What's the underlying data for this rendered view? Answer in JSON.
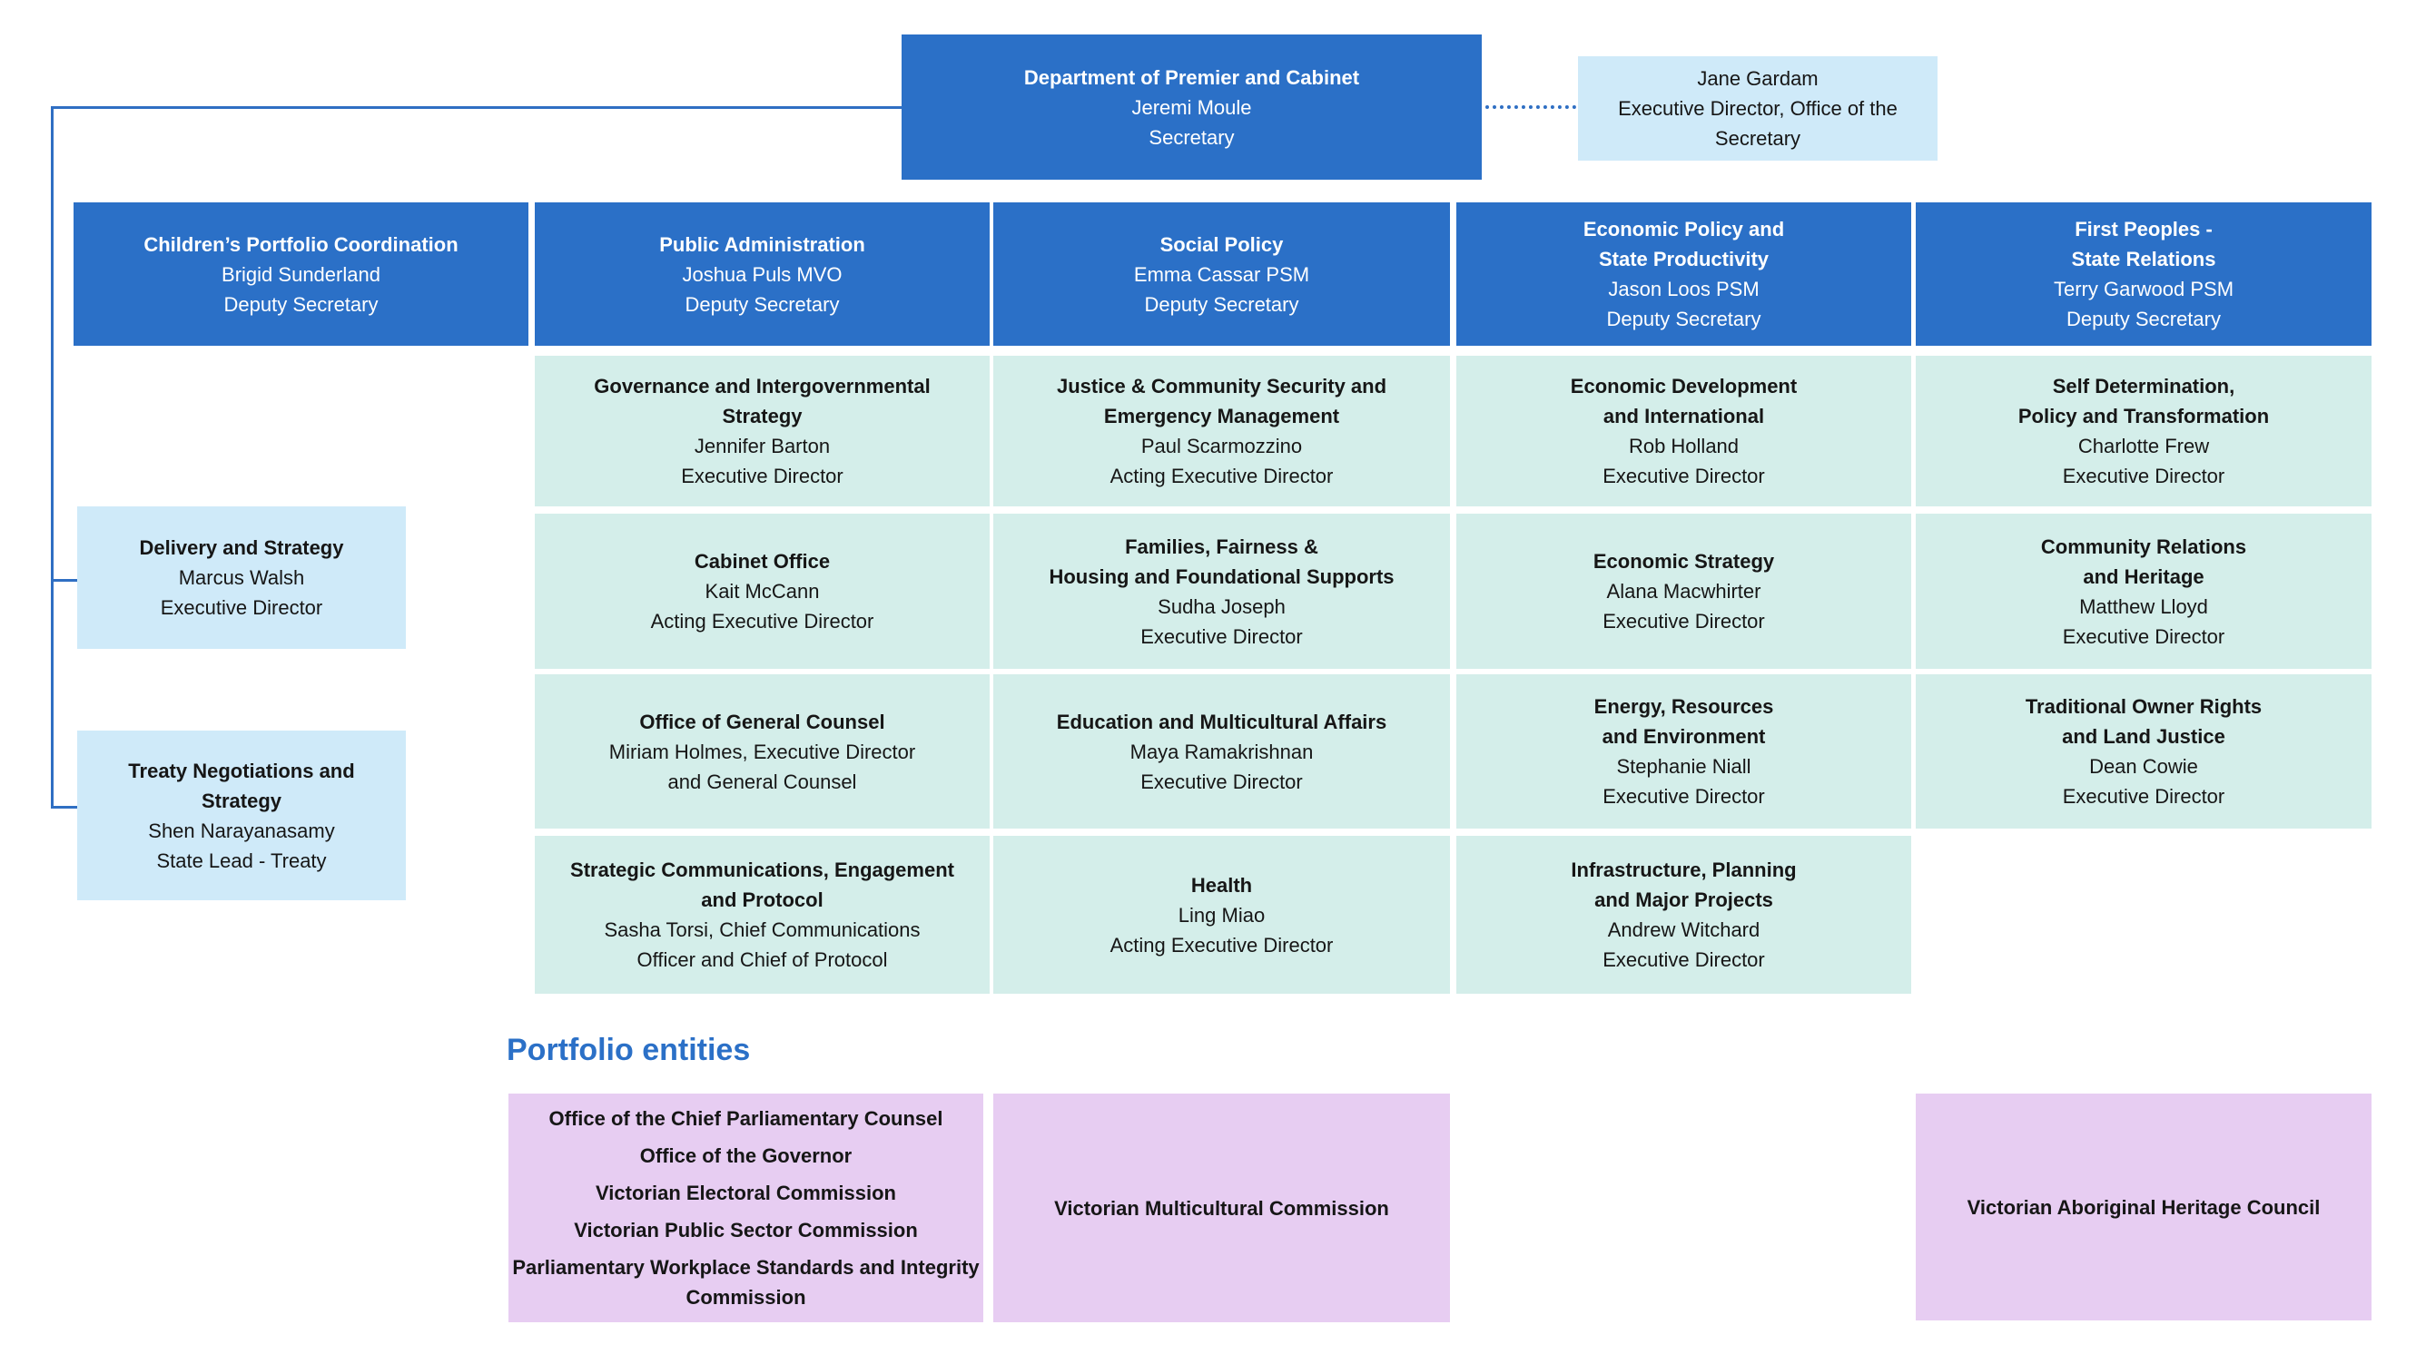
{
  "colors": {
    "header_box": "#2b70c7",
    "light_blue_box": "#cfeaf9",
    "teal_box": "#d4eeea",
    "purple_box": "#e7cdf2",
    "connector": "#2f6fc3",
    "heading_text": "#2b70c7",
    "box_text": "#161616",
    "header_text": "#ffffff"
  },
  "secretary": {
    "title_lines": [
      "Department of Premier and Cabinet"
    ],
    "detail_lines": [
      "Jeremi Moule",
      "Secretary"
    ]
  },
  "office_of_the_secretary": {
    "detail_lines": [
      "Jane Gardam",
      "Executive Director, Office of the",
      "Secretary"
    ]
  },
  "left_branch": {
    "boxes": [
      {
        "title_lines": [
          "Delivery and Strategy"
        ],
        "detail_lines": [
          "Marcus Walsh",
          "Executive Director"
        ]
      },
      {
        "title_lines": [
          "Treaty Negotiations and",
          "Strategy"
        ],
        "detail_lines": [
          "Shen Narayanasamy",
          "State Lead - Treaty"
        ]
      }
    ]
  },
  "columns": [
    {
      "header": {
        "title_lines": [
          "Children’s Portfolio Coordination"
        ],
        "detail_lines": [
          "Brigid Sunderland",
          "Deputy Secretary"
        ]
      },
      "boxes": []
    },
    {
      "header": {
        "title_lines": [
          "Public Administration"
        ],
        "detail_lines": [
          "Joshua Puls MVO",
          "Deputy Secretary"
        ]
      },
      "boxes": [
        {
          "title_lines": [
            "Governance and Intergovernmental",
            "Strategy"
          ],
          "detail_lines": [
            "Jennifer Barton",
            "Executive Director"
          ]
        },
        {
          "title_lines": [
            "Cabinet Office"
          ],
          "detail_lines": [
            "Kait McCann",
            "Acting Executive Director"
          ]
        },
        {
          "title_lines": [
            "Office of General Counsel"
          ],
          "detail_lines": [
            "Miriam Holmes, Executive Director",
            "and General Counsel"
          ]
        },
        {
          "title_lines": [
            "Strategic Communications, Engagement",
            "and Protocol"
          ],
          "detail_lines": [
            "Sasha Torsi, Chief Communications",
            "Officer and Chief of Protocol"
          ]
        }
      ]
    },
    {
      "header": {
        "title_lines": [
          "Social Policy"
        ],
        "detail_lines": [
          "Emma Cassar PSM",
          "Deputy Secretary"
        ]
      },
      "boxes": [
        {
          "title_lines": [
            "Justice & Community Security and",
            "Emergency Management"
          ],
          "detail_lines": [
            "Paul Scarmozzino",
            "Acting Executive Director"
          ]
        },
        {
          "title_lines": [
            "Families, Fairness &",
            "Housing and Foundational Supports"
          ],
          "detail_lines": [
            "Sudha Joseph",
            "Executive Director"
          ]
        },
        {
          "title_lines": [
            "Education and Multicultural Affairs"
          ],
          "detail_lines": [
            "Maya Ramakrishnan",
            "Executive Director"
          ]
        },
        {
          "title_lines": [
            "Health"
          ],
          "detail_lines": [
            "Ling Miao",
            "Acting Executive Director"
          ]
        }
      ]
    },
    {
      "header": {
        "title_lines": [
          "Economic Policy and",
          "State Productivity"
        ],
        "detail_lines": [
          "Jason Loos PSM",
          "Deputy Secretary"
        ]
      },
      "boxes": [
        {
          "title_lines": [
            "Economic Development",
            "and International"
          ],
          "detail_lines": [
            "Rob Holland",
            "Executive Director"
          ]
        },
        {
          "title_lines": [
            "Economic Strategy"
          ],
          "detail_lines": [
            "Alana Macwhirter",
            "Executive Director"
          ]
        },
        {
          "title_lines": [
            "Energy, Resources",
            "and Environment"
          ],
          "detail_lines": [
            "Stephanie Niall",
            "Executive Director"
          ]
        },
        {
          "title_lines": [
            "Infrastructure, Planning",
            "and Major Projects"
          ],
          "detail_lines": [
            "Andrew Witchard",
            "Executive Director"
          ]
        }
      ]
    },
    {
      "header": {
        "title_lines": [
          "First Peoples -",
          "State Relations"
        ],
        "detail_lines": [
          "Terry Garwood PSM",
          "Deputy Secretary"
        ]
      },
      "boxes": [
        {
          "title_lines": [
            "Self Determination,",
            "Policy and Transformation"
          ],
          "detail_lines": [
            "Charlotte Frew",
            "Executive Director"
          ]
        },
        {
          "title_lines": [
            "Community Relations",
            "and Heritage"
          ],
          "detail_lines": [
            "Matthew Lloyd",
            "Executive Director"
          ]
        },
        {
          "title_lines": [
            "Traditional Owner Rights",
            "and Land Justice"
          ],
          "detail_lines": [
            "Dean Cowie",
            "Executive Director"
          ]
        }
      ]
    }
  ],
  "portfolio_entities": {
    "heading": "Portfolio entities",
    "groups": [
      {
        "entities": [
          "Office of the Chief Parliamentary Counsel",
          "Office of the Governor",
          "Victorian Electoral Commission",
          "Victorian Public Sector Commission",
          "Parliamentary Workplace Standards and Integrity Commission"
        ]
      },
      {
        "entities": [
          "Victorian Multicultural Commission"
        ]
      },
      {
        "entities": [
          "Victorian Aboriginal Heritage Council"
        ]
      }
    ]
  }
}
